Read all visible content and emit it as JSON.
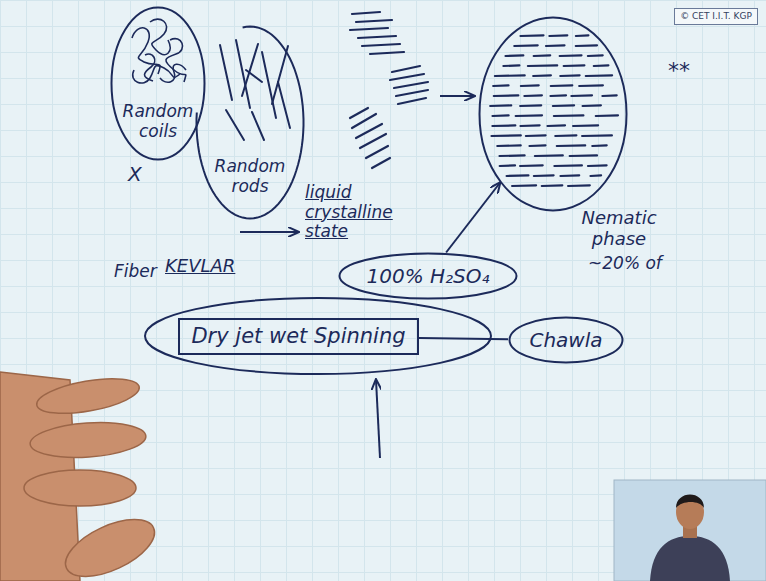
{
  "diagram": {
    "nodes": [
      {
        "text": [
          "Random coils"
        ]
      },
      {
        "text": [
          "Random rods"
        ]
      },
      {
        "text": [
          "Nematic phase"
        ]
      },
      {
        "text": [
          "© CET I.I.T. KGP"
        ]
      },
      {
        "text": [
          "100% H₂SO₄"
        ]
      },
      {
        "text": [
          "Dry jet wet Spinning"
        ]
      },
      {
        "text": [
          "Chawla"
        ]
      }
    ],
    "edges": [
      {
        "from": 4,
        "to": 2,
        "arrow": "to"
      },
      {
        "from": 5,
        "to": 6,
        "arrow": "none"
      }
    ],
    "labels": [
      "X",
      "liquid crystalline state",
      "~20% of",
      "Fiber",
      "KEVLAR",
      "**"
    ]
  }
}
